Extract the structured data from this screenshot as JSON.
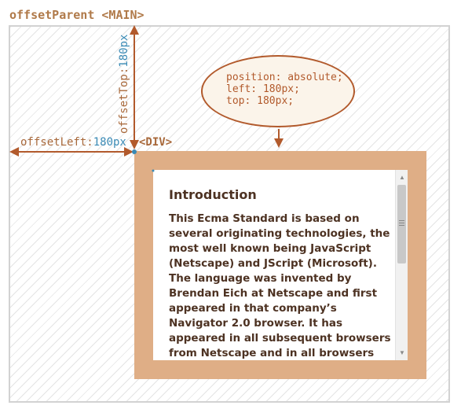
{
  "diagram": {
    "parent_label": "offsetParent <MAIN>",
    "div_label": "<DIV>",
    "annotation": "position: absolute;\nleft: 180px;\ntop: 180px;",
    "offset_left": {
      "key": "offsetLeft:",
      "value": "180px"
    },
    "offset_top": {
      "key": "offsetTop:",
      "value": "180px"
    }
  },
  "content": {
    "title": "Introduction",
    "body": "This Ecma Standard is based on several originating technologies, the most well known being JavaScript (Netscape) and JScript (Microsoft). The language was invented by Brendan Eich at Netscape and first appeared in that company’s Navigator 2.0 browser. It has appeared in all subsequent browsers from Netscape and in all browsers from Microsoft"
  },
  "colors": {
    "arrow": "#b25a2c",
    "div_border": "#dfae86",
    "label": "#a8683a",
    "value": "#3a8ab5",
    "text": "#4d3222"
  }
}
